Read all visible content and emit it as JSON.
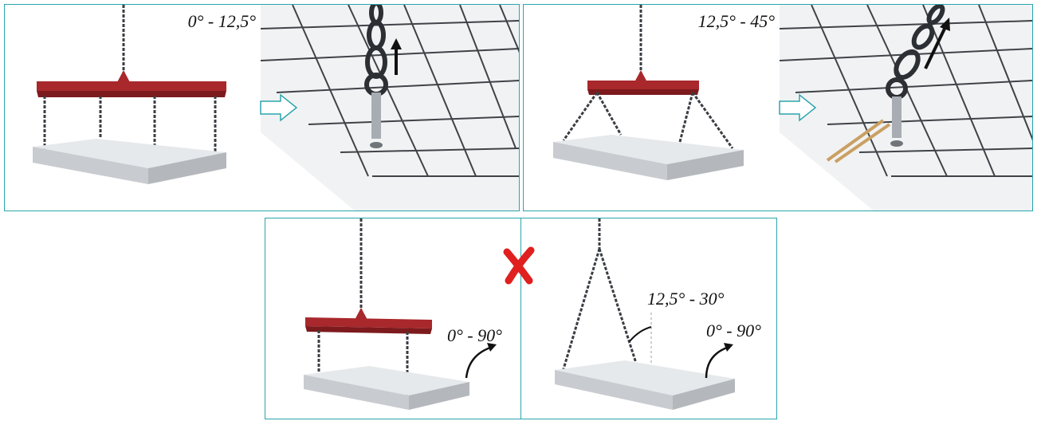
{
  "panels": {
    "top_left": {
      "angle_label": "0° - 12,5°"
    },
    "top_right": {
      "angle_label": "12,5° - 45°"
    },
    "bottom_left": {
      "tilt_label": "0° - 90°"
    },
    "bottom_right": {
      "sling_angle_label": "12,5° - 30°",
      "tilt_label": "0° - 90°"
    }
  },
  "colors": {
    "frame": "#2ba5ad",
    "beam": "#a8282c",
    "slab": "#d4d8db",
    "chain": "#3a3d42",
    "wrong_mark": "#e01f1f",
    "timber": "#c9a062"
  },
  "icons": {
    "wrong_mark": "cross-mark-icon",
    "connector_arrow": "right-arrow-icon"
  }
}
